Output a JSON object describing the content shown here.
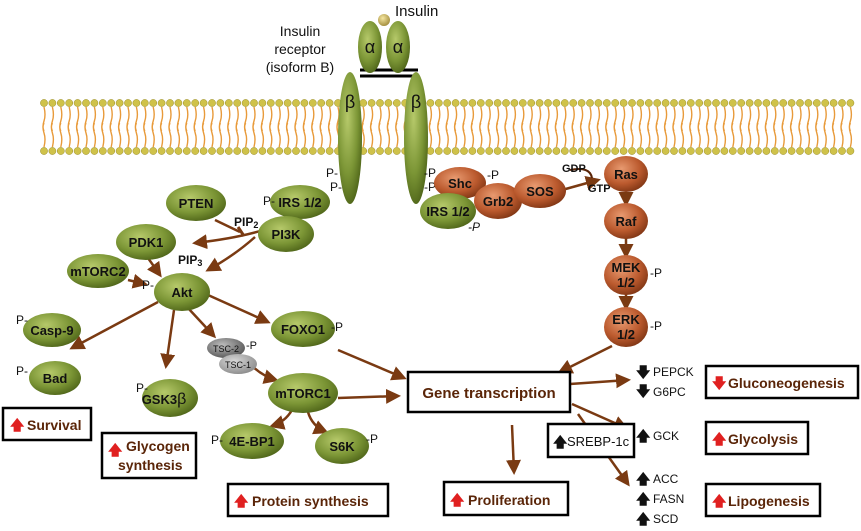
{
  "ligand": "Insulin",
  "receptor": {
    "line1": "Insulin",
    "line2": "receptor",
    "line3": "(isoform B)",
    "alpha": "α",
    "beta": "β"
  },
  "nodes": {
    "irs_left": "IRS 1/2",
    "pi3k": "PI3K",
    "pten": "PTEN",
    "pdk1": "PDK1",
    "mtorc2": "mTORC2",
    "akt": "Akt",
    "casp9": "Casp-9",
    "bad": "Bad",
    "gsk3": "GSK3",
    "gsk3_beta": "β",
    "tsc2": "TSC-2",
    "tsc1": "TSC-1",
    "foxo1": "FOXO1",
    "mtorc1": "mTORC1",
    "ebp1": "4E-BP1",
    "s6k": "S6K",
    "shc": "Shc",
    "irs_right": "IRS 1/2",
    "grb2": "Grb2",
    "sos": "SOS",
    "ras": "Ras",
    "raf": "Raf",
    "mek_1": "MEK",
    "mek_2": "1/2",
    "erk_1": "ERK",
    "erk_2": "1/2"
  },
  "labels": {
    "pip2": "PIP",
    "pip2_sub": "2",
    "pip3": "PIP",
    "pip3_sub": "3",
    "gdp": "GDP",
    "gtp": "GTP",
    "p_prefix": "P-",
    "p_suffix": "-P"
  },
  "boxes": {
    "gene_transcription": "Gene transcription",
    "survival": "Survival",
    "glycogen_1": "Glycogen",
    "glycogen_2": "synthesis",
    "protein_synthesis": "Protein synthesis",
    "proliferation": "Proliferation",
    "srebp": "SREBP-1c",
    "gluconeogenesis": "Gluconeogenesis",
    "glycolysis": "Glycolysis",
    "lipogenesis": "Lipogenesis"
  },
  "genes": {
    "pepck": "PEPCK",
    "g6pc": "G6PC",
    "gck": "GCK",
    "acc": "ACC",
    "fasn": "FASN",
    "scd": "SCD"
  },
  "colors": {
    "green_node": "#6f8a2c",
    "brown_node": "#b5552c",
    "arrow": "#7a3a12",
    "membrane_head": "#cfc24a",
    "membrane_tail": "#e89a3a",
    "up_red": "#e02020"
  }
}
